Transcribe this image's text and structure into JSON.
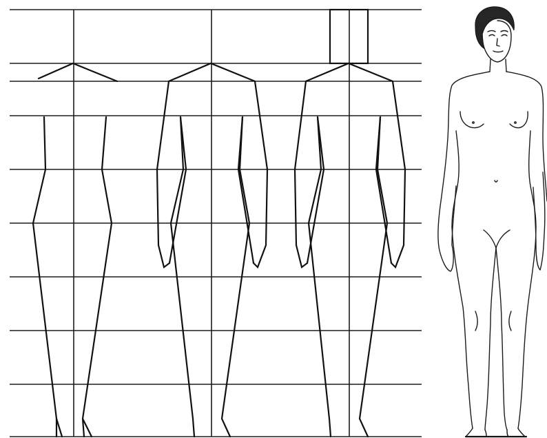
{
  "diagram": {
    "grid_rows": 8,
    "head_unit_count": 8,
    "stages": [
      "torso",
      "torso-arms",
      "torso-arms-head"
    ],
    "reference_illustration": "standing-female-figure",
    "colors": {
      "ink": "#111111",
      "paper": "#ffffff"
    }
  }
}
